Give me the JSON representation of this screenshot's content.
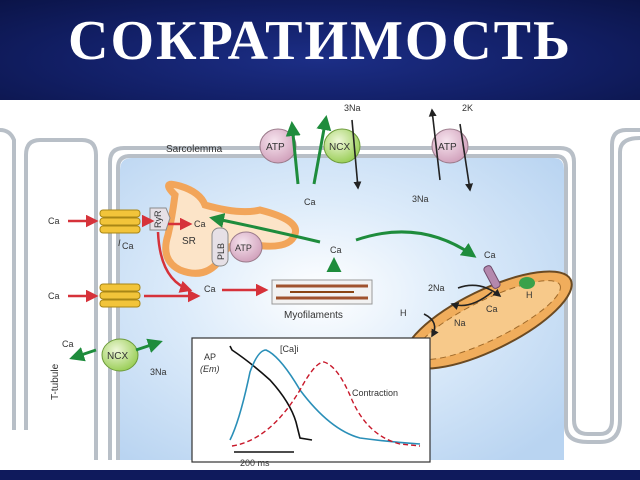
{
  "slide": {
    "title": "СОКРАТИМОСТЬ"
  },
  "membrane": {
    "sarcolemma": "Sarcolemma",
    "t_tubule": "T-tubule"
  },
  "pumps": {
    "atp_left": "ATP",
    "ncx_top": "NCX",
    "atp_right": "ATP",
    "ncx_left": "NCX",
    "atp_sr": "ATP"
  },
  "ions": {
    "na3_top": "3Na",
    "k2_top": "2K",
    "na3_right": "3Na",
    "ca_under_pumps": "Ca",
    "ca_center": "Ca",
    "ca_in_ltype": "Ca",
    "ca_in_lower": "Ca",
    "ca_ryr_out": "Ca",
    "ca_to_myo": "Ca",
    "ca_ncx_left": "Ca",
    "na3_ncx_left": "3Na",
    "ca_mito": "Ca",
    "na2_mito": "2Na",
    "ca_mito_in": "Ca",
    "h_mito": "H",
    "na_mito": "Na",
    "h_mito_small": "H",
    "i_ca_symbol": "I",
    "i_ca_sub": "Ca"
  },
  "structures": {
    "ryr": "RyR",
    "sr": "SR",
    "plb": "PLB",
    "myofilaments": "Myofilaments"
  },
  "graph": {
    "ap_label": "AP",
    "em_label": "(Em)",
    "cai_label": "[Ca]i",
    "contraction_label": "Contraction",
    "scale_label": "200 ms"
  },
  "colors": {
    "title_band": "#121f66",
    "cytoplasm": "#cfe2f7",
    "membrane": "#b8bfc7",
    "influx_arrow": "#d6323a",
    "efflux_arrow": "#1e8c3c",
    "sr": "#f2a55a",
    "ap_trace": "#111111",
    "ca_trace": "#2a8fb8",
    "contraction_trace": "#c8182a"
  }
}
